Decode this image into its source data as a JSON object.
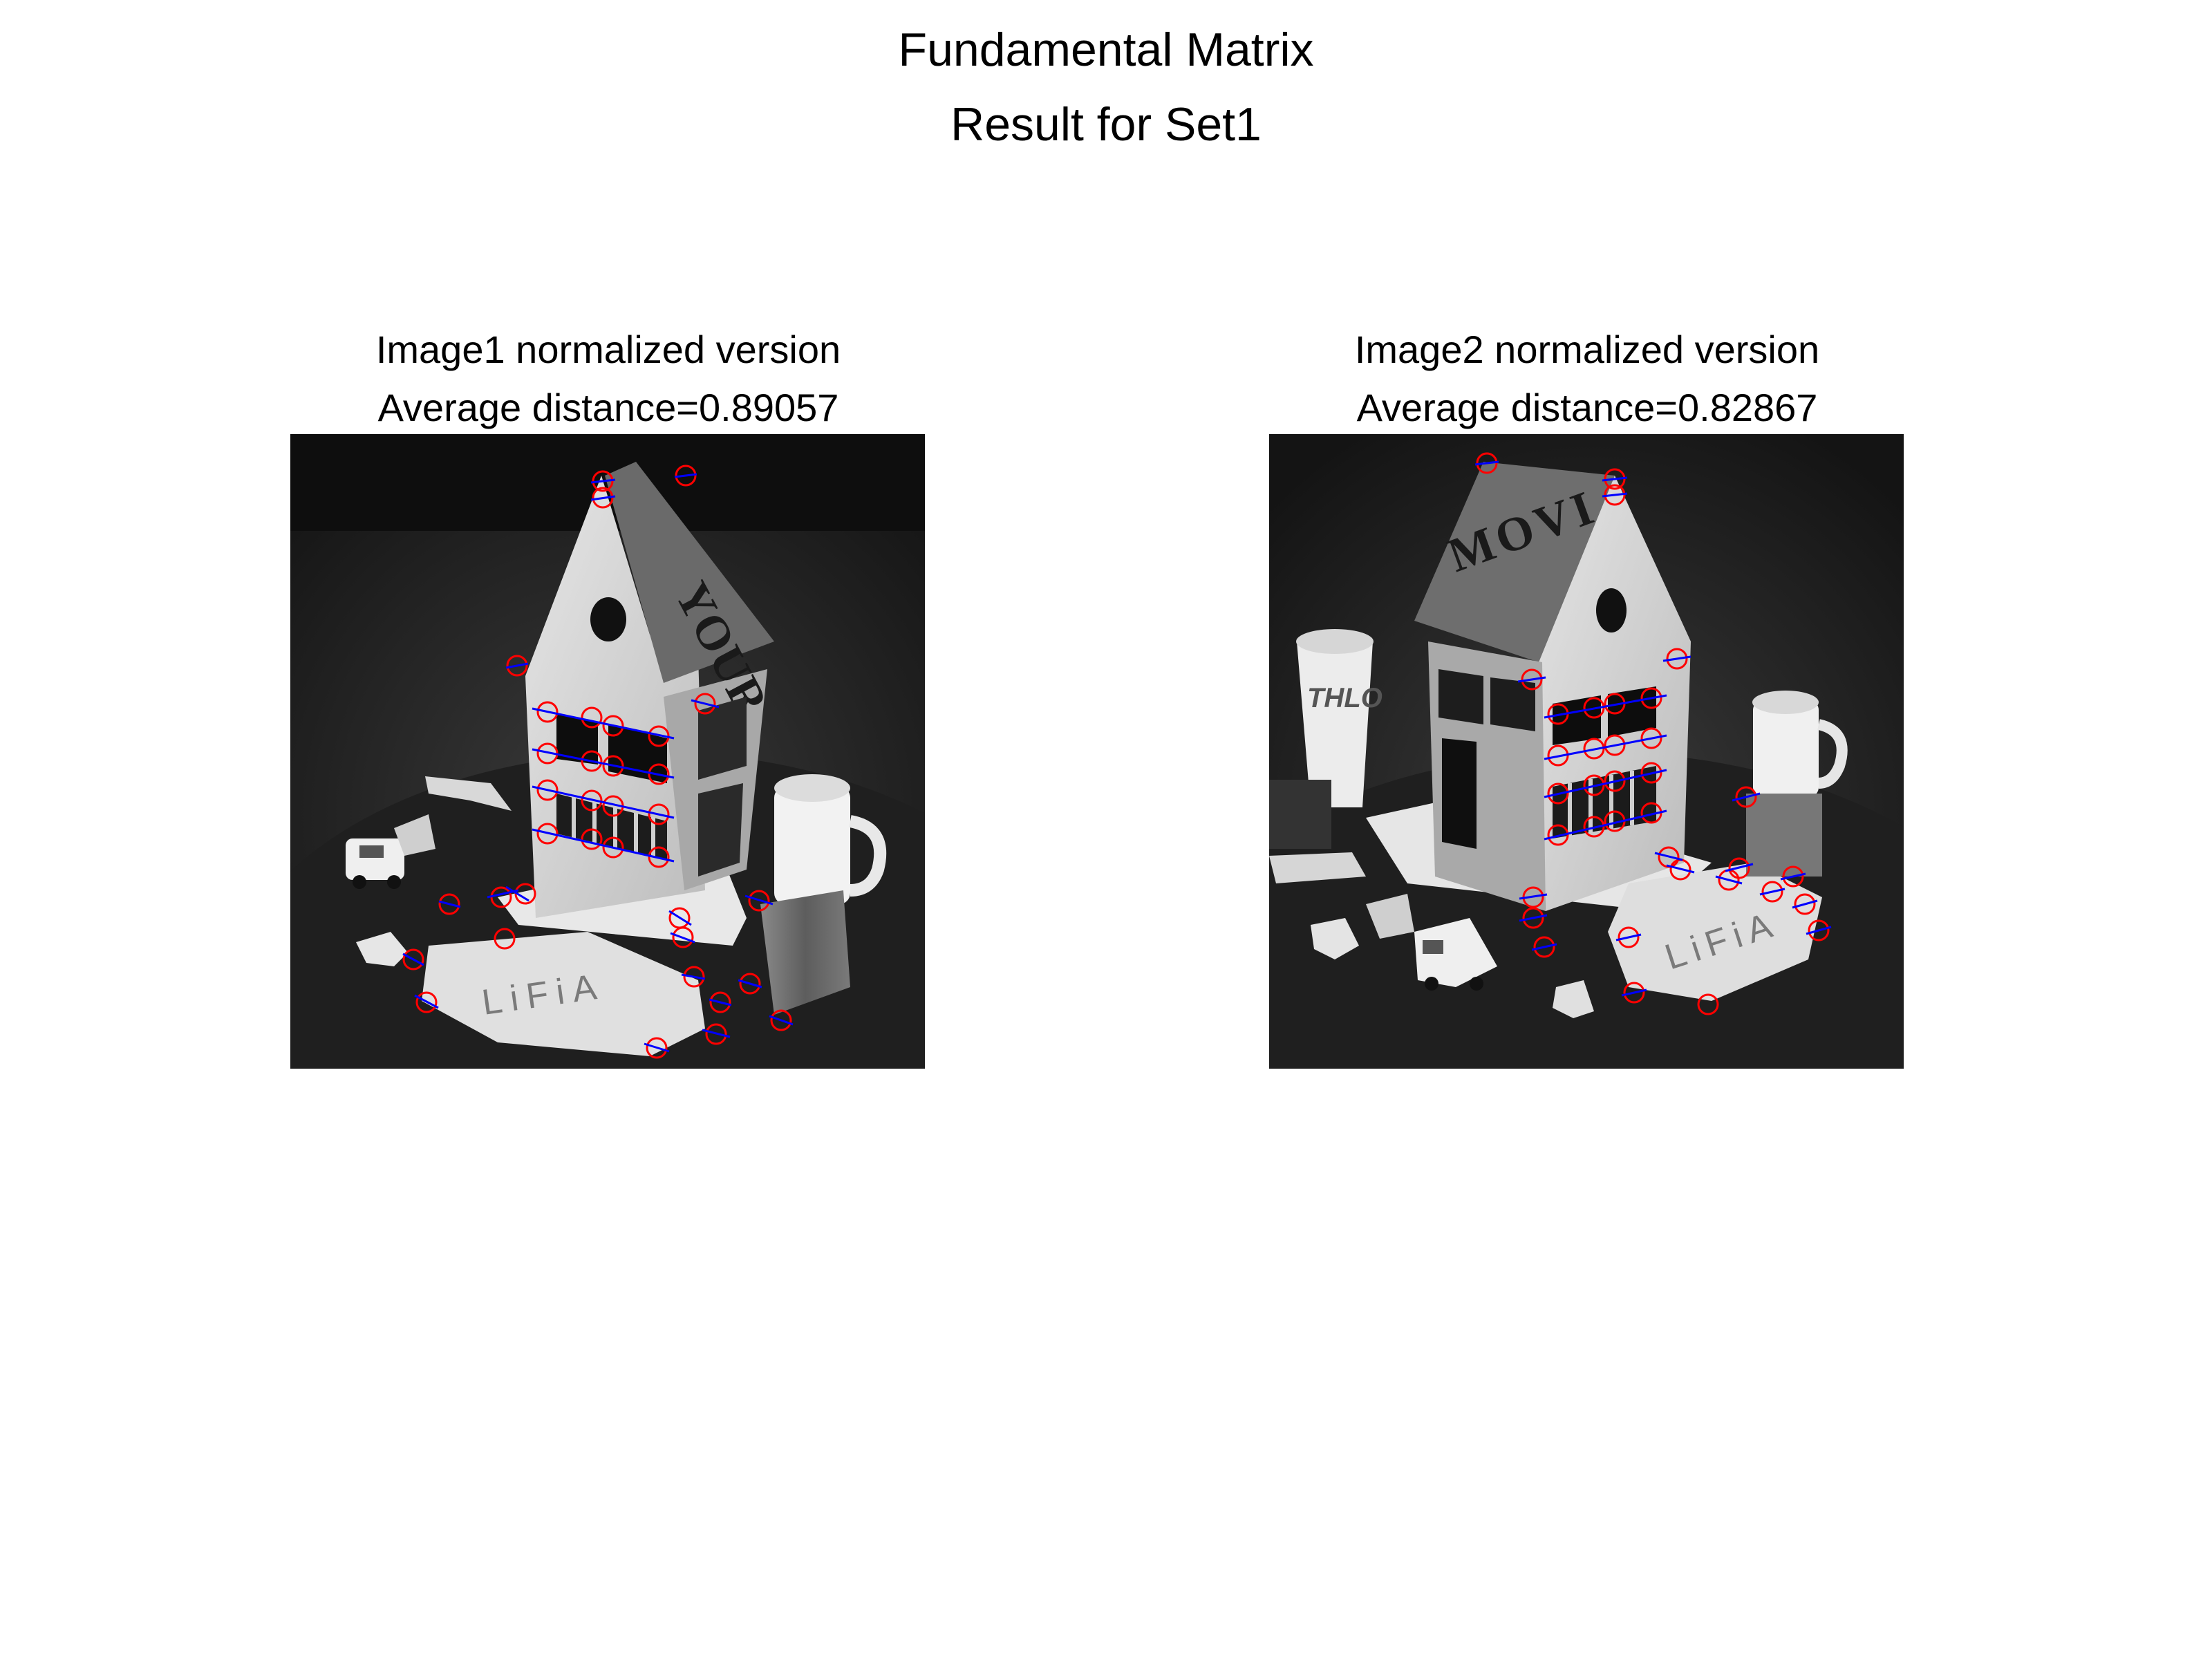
{
  "figure": {
    "title_line1": "Fundamental Matrix",
    "title_line2": "Result for Set1"
  },
  "panels": [
    {
      "title_line1": "Image1 normalized version",
      "title_line2": "Average distance=0.89057",
      "scene_text": {
        "roof": "YOUR",
        "paper": "LiFiA"
      },
      "marker_color": "#ff0000",
      "line_color": "#0000ff"
    },
    {
      "title_line1": "Image2 normalized version",
      "title_line2": "Average distance=0.82867",
      "scene_text": {
        "roof": "MOVI",
        "paper": "LiFiA",
        "cup": "THLO"
      },
      "marker_color": "#ff0000",
      "line_color": "#0000ff"
    }
  ]
}
